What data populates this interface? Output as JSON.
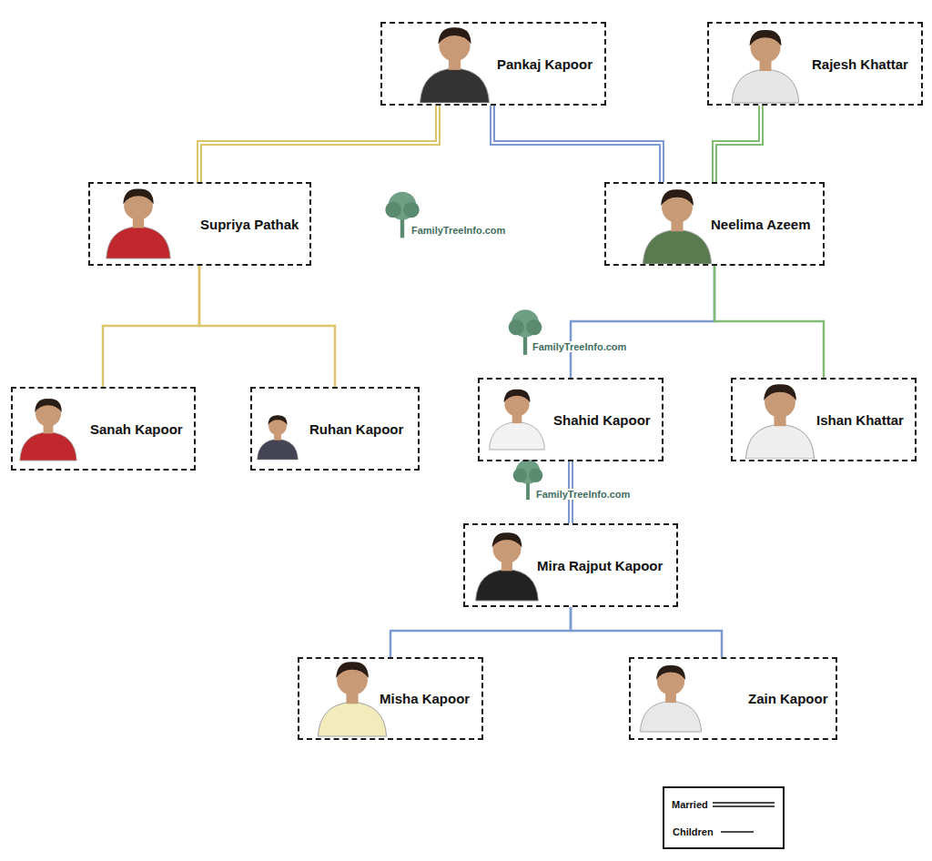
{
  "diagram": {
    "nodes": [
      {
        "text": [
          "Pankaj Kapoor"
        ]
      },
      {
        "text": [
          "Rajesh Khattar"
        ]
      },
      {
        "text": [
          "Supriya Pathak"
        ]
      },
      {
        "text": [
          "Neelima Azeem"
        ]
      },
      {
        "text": [
          "Sanah Kapoor"
        ]
      },
      {
        "text": [
          "Ruhan Kapoor"
        ]
      },
      {
        "text": [
          "Shahid Kapoor"
        ]
      },
      {
        "text": [
          "Ishan Khattar"
        ]
      },
      {
        "text": [
          "Mira Rajput Kapoor"
        ]
      },
      {
        "text": [
          "Misha Kapoor"
        ]
      },
      {
        "text": [
          "Zain Kapoor"
        ]
      }
    ],
    "edges": [
      {
        "from": 0,
        "to": 2,
        "arrow": "none"
      },
      {
        "from": 0,
        "to": 3,
        "arrow": "none"
      },
      {
        "from": 1,
        "to": 3,
        "arrow": "none"
      },
      {
        "from": 2,
        "to": 4,
        "arrow": "none"
      },
      {
        "from": 2,
        "to": 5,
        "arrow": "none"
      },
      {
        "from": 3,
        "to": 6,
        "arrow": "none"
      },
      {
        "from": 3,
        "to": 7,
        "arrow": "none"
      },
      {
        "from": 6,
        "to": 8,
        "arrow": "none"
      },
      {
        "from": 8,
        "to": 9,
        "arrow": "none"
      },
      {
        "from": 8,
        "to": 10,
        "arrow": "none"
      }
    ],
    "labels": [
      "FamilyTreeInfo.com",
      "FamilyTreeInfo.com",
      "FamilyTreeInfo.com"
    ],
    "legend": [
      {
        "text": "Married"
      },
      {
        "text": "Children"
      }
    ]
  }
}
